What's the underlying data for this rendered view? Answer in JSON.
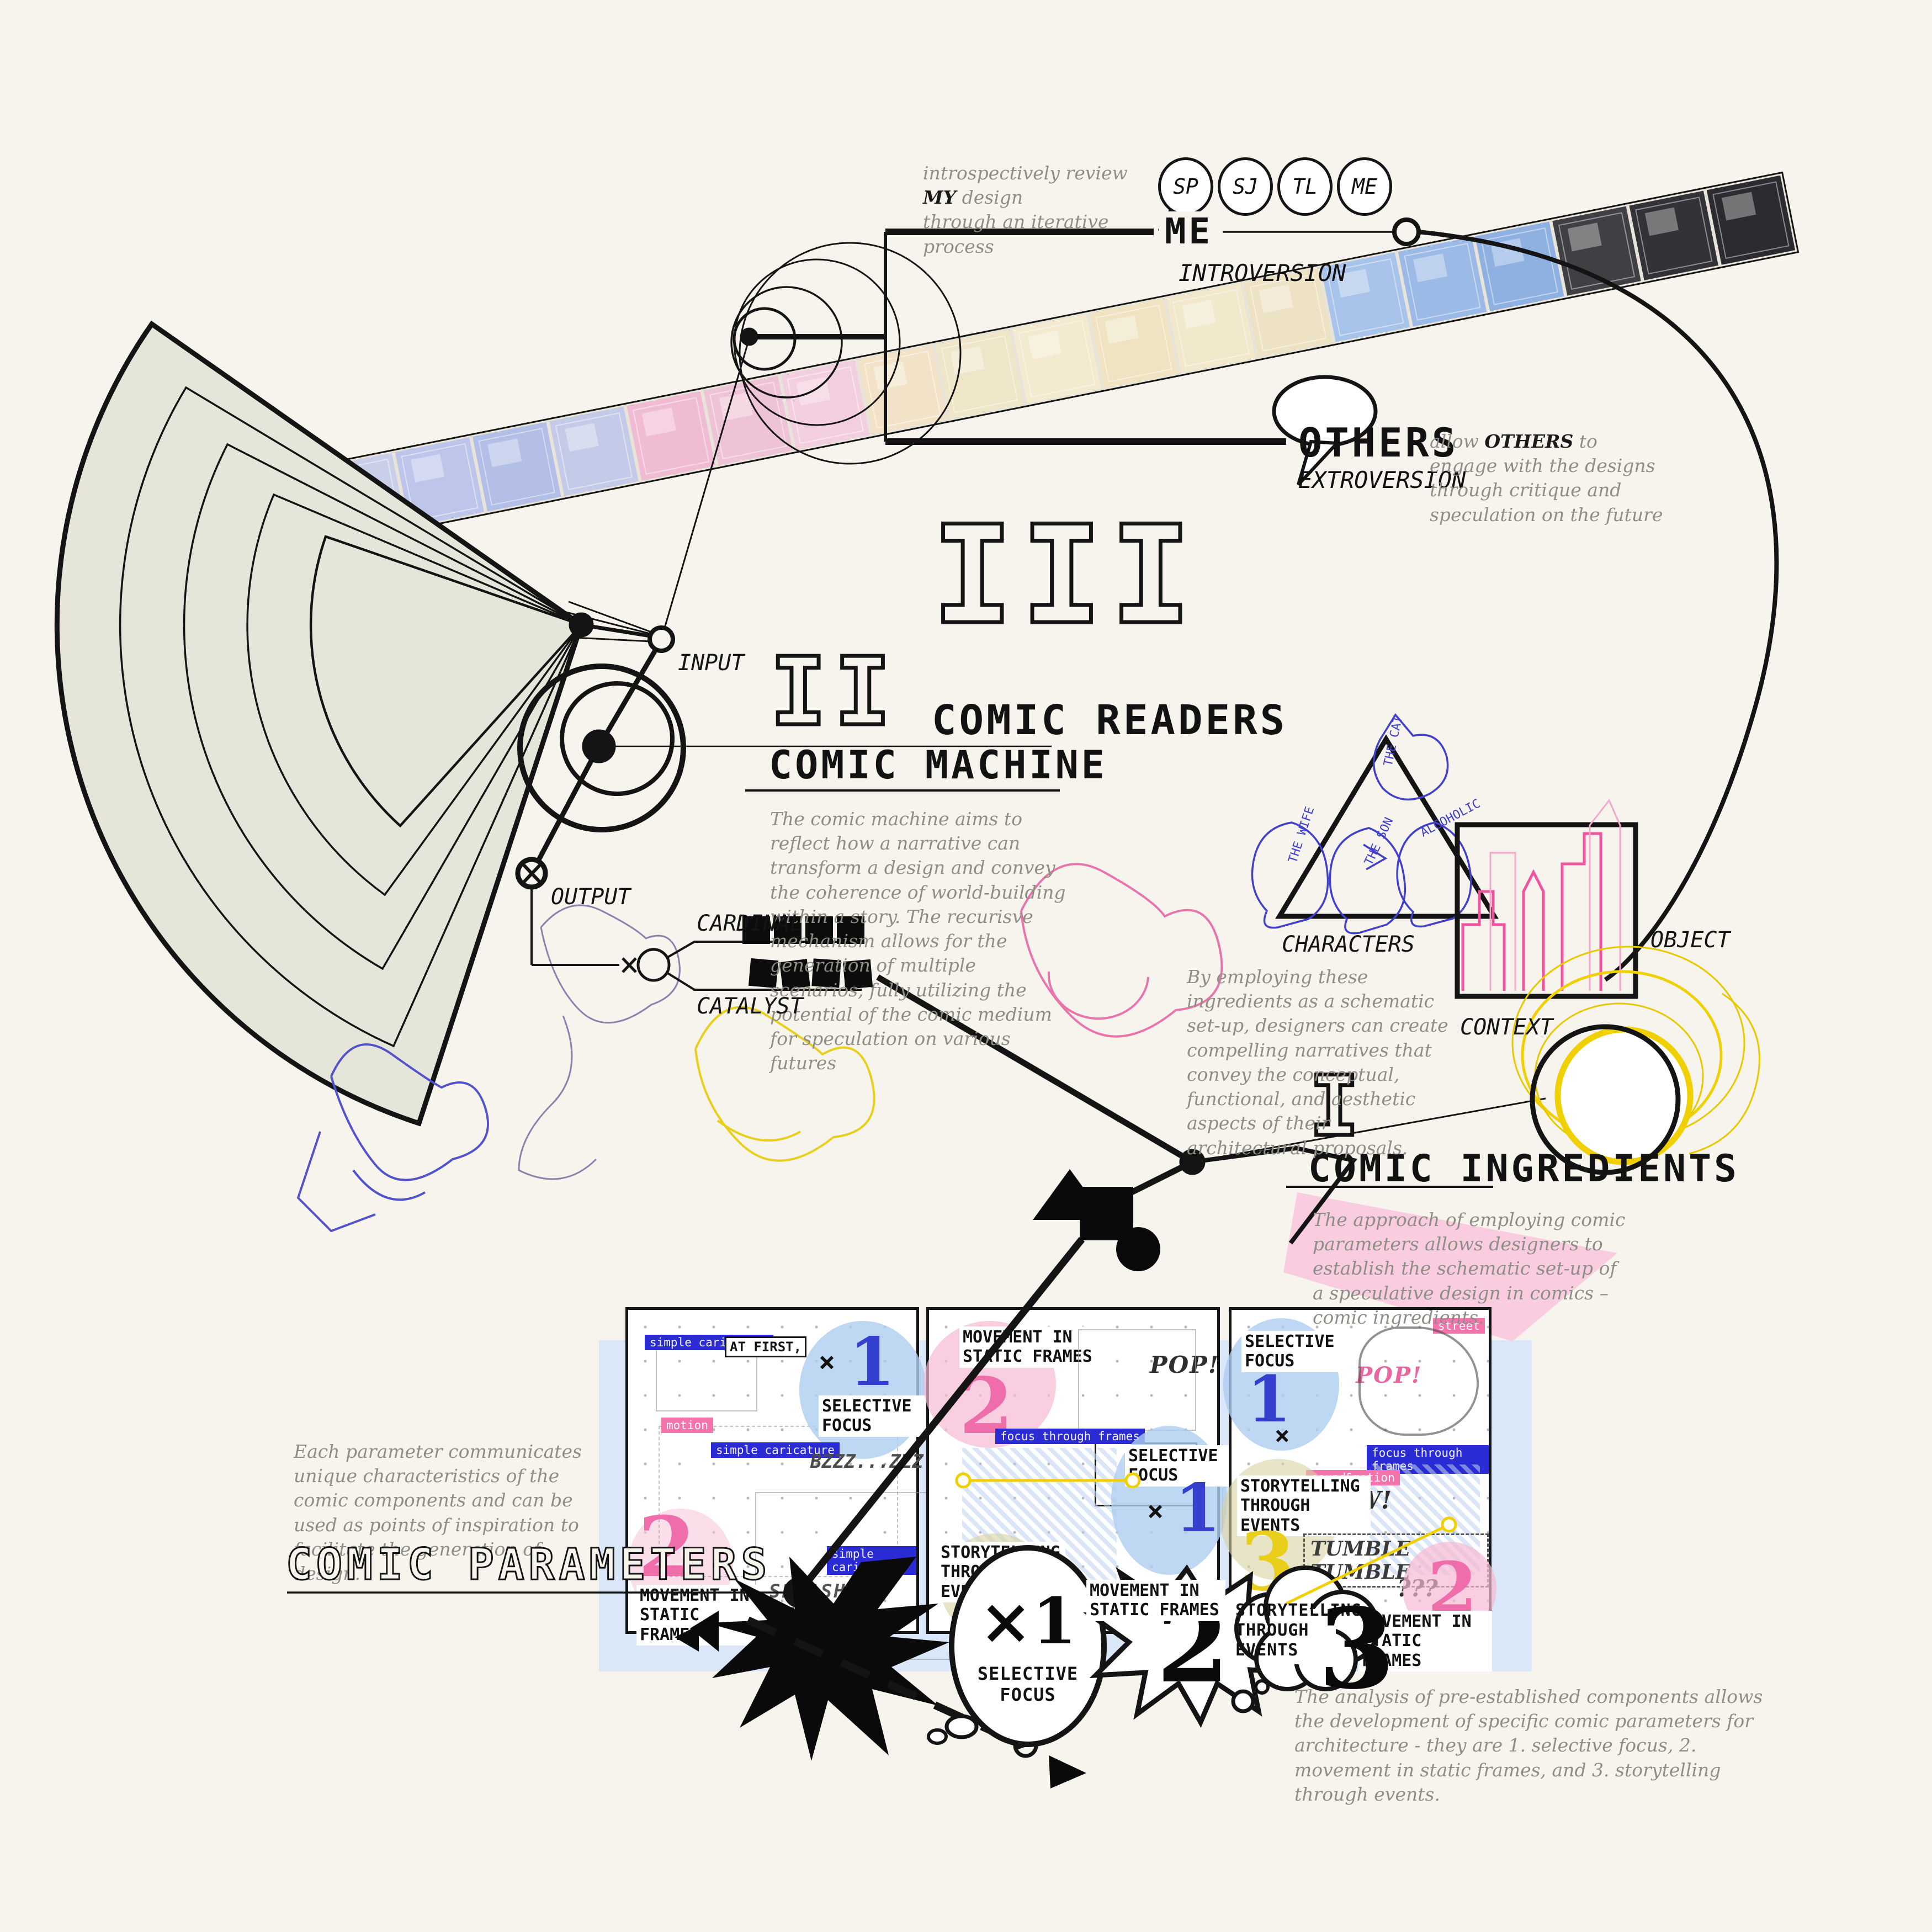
{
  "palette": {
    "background": "#f6f4ec",
    "ink": "#141414",
    "gray_text": "#8e8e87",
    "blue": "#3640cf",
    "tag_blue": "#2b2bd6",
    "pink": "#ef6daa",
    "pink_highlight": "#f9c9de",
    "yellow": "#e9cf1c",
    "light_blue_blob": "#aecdf0",
    "light_blue_band": "#d9e7f8",
    "fan_fill": "#e6e5da"
  },
  "top": {
    "intro_pre": "introspectively review ",
    "intro_bold": "MY",
    "intro_post": " design\nthrough an iterative process",
    "bubbles": [
      "SP",
      "SJ",
      "TL",
      "ME"
    ],
    "me": "ME",
    "introversion": "INTROVERSION"
  },
  "readers": {
    "numeral": "III",
    "title": "COMIC READERS",
    "others": "OTHERS",
    "extroversion": "EXTROVERSION",
    "others_pre": "allow ",
    "others_bold": "OTHERS",
    "others_post": " to engage with the designs through critique and speculation on the future"
  },
  "machine": {
    "numeral": "II",
    "title": "COMIC MACHINE",
    "body": "The comic machine aims to reflect how a narrative can transform a design and convey the coherence of world-building within a story. The recurisve mechanism allows for the generation of multiple scenarios, fully utilizing the potential of the comic medium for speculation on various futures",
    "input": "INPUT",
    "output": "OUTPUT",
    "cardinal": "CARDINAL",
    "catalyst": "CATALYST"
  },
  "ingredients": {
    "numeral": "I",
    "title": "COMIC INGREDIENTS",
    "body": "The approach of employing comic parameters allows designers to establish the schematic set-up of a speculative design in comics – comic ingredients.",
    "by_body": "By employing these ingredients as a schematic set-up, designers can create compelling narratives that convey the conceptual, functional, and aesthetic aspects of their architectural proposals.",
    "characters": "CHARACTERS",
    "context": "CONTEXT",
    "object": "OBJECT",
    "char_labels": [
      "THE WIFE",
      "THE SON",
      "THE CAT",
      "ALCOHOLIC"
    ]
  },
  "parameters": {
    "title": "COMIC PARAMETERS",
    "body": "Each parameter communicates unique characteristics of the comic components and can be used as points of inspiration to facilitate the generation of design.",
    "analysis": "The analysis of pre-established components allows the development of specific comic parameters for architecture - they are 1. selective focus, 2. movement in static frames, and 3. storytelling through events."
  },
  "labels": {
    "selective": "SELECTIVE FOCUS",
    "movement": "MOVEMENT IN STATIC FRAMES",
    "storytelling": "STORYTELLING THROUGH EVENTS",
    "simple": "simple caricature",
    "motion": "motion",
    "focus_frames": "focus through frames",
    "sound": "sound&motion",
    "street": "street",
    "at_first": "AT FIRST,",
    "pop": "POP!",
    "pow": "POW!",
    "splash": "SPLASH",
    "bzzz": "BZZZ...ZZZ",
    "tumble": "TUMBLE TUMBLE",
    "qqq": "???",
    "times_one": "×1",
    "x": "×",
    "n1": "1",
    "n2": "2",
    "n3": "3"
  }
}
